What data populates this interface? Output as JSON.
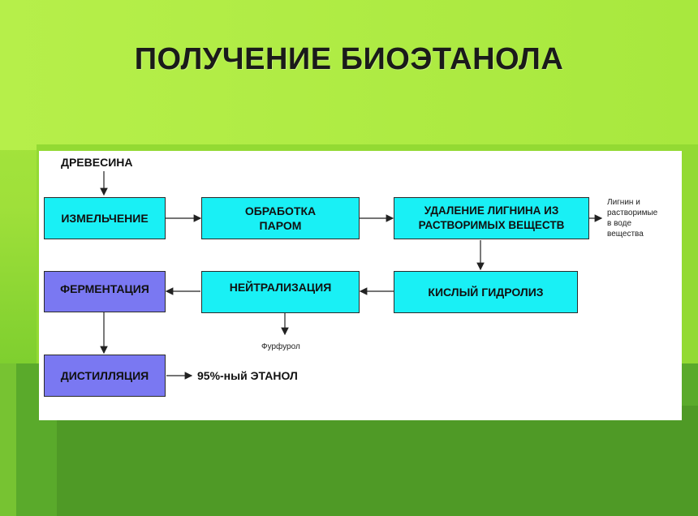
{
  "title": "ПОЛУЧЕНИЕ БИОЭТАНОЛА",
  "diagram": {
    "input_label": "ДРЕВЕСИНА",
    "steps": {
      "grinding": "ИЗМЕЛЬЧЕНИЕ",
      "steam_line1": "ОБРАБОТКА",
      "steam_line2": "ПАРОМ",
      "lignin_line1": "УДАЛЕНИЕ ЛИГНИНА ИЗ",
      "lignin_line2": "РАСТВОРИМЫХ ВЕЩЕСТВ",
      "acid_hydrolysis": "КИСЛЫЙ  ГИДРОЛИЗ",
      "neutralization": "НЕЙТРАЛИЗАЦИЯ",
      "fermentation": "ФЕРМЕНТАЦИЯ",
      "distillation": "ДИСТИЛЛЯЦИЯ"
    },
    "byproducts": {
      "lignin_line1": "Лигнин и",
      "lignin_line2": "растворимые",
      "lignin_line3": "в воде",
      "lignin_line4": "вещества",
      "furfural": "Фурфурол"
    },
    "output_label": "95%-ный ЭТАНОЛ"
  }
}
